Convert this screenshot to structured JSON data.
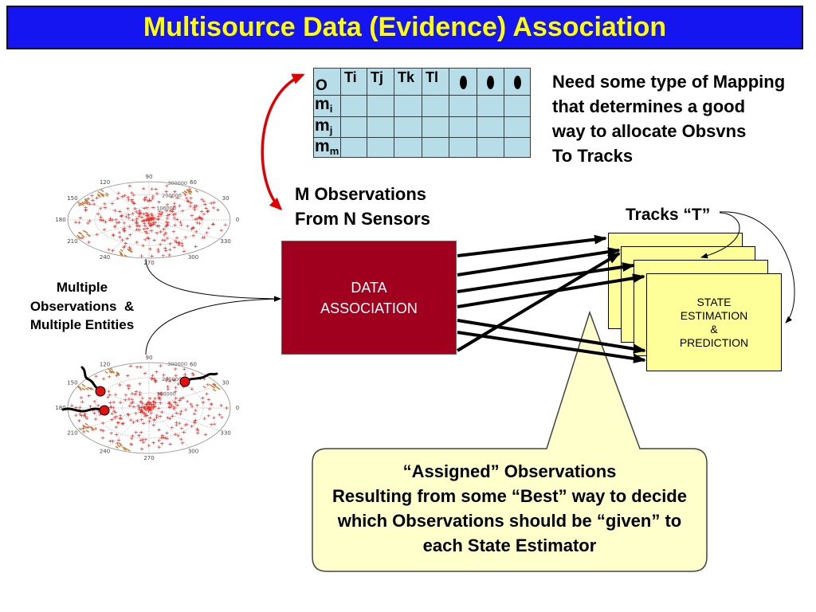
{
  "slide": {
    "title": "Multisource Data (Evidence) Association"
  },
  "table": {
    "corner": "O",
    "columns": [
      "Ti",
      "Tj",
      "Tk",
      "Tl"
    ],
    "extra_column_icons": [
      "dot-icon",
      "dot-icon",
      "dot-icon"
    ],
    "rows": [
      {
        "label": "m",
        "sub": "i"
      },
      {
        "label": "m",
        "sub": "j"
      },
      {
        "label": "m",
        "sub": "m"
      }
    ]
  },
  "mapping_note": {
    "lines": [
      "Need some type of Mapping",
      "that determines a good",
      "way to allocate Obsvns",
      "To Tracks"
    ]
  },
  "observations_note": {
    "lines": [
      "M Observations",
      "From N Sensors"
    ]
  },
  "entities_label": {
    "lines": [
      "Multiple",
      "Observations  &",
      "Multiple Entities"
    ]
  },
  "data_association": {
    "lines": [
      "DATA",
      "ASSOCIATION"
    ]
  },
  "tracks": {
    "label": "Tracks “T”",
    "state_box_lines": [
      "STATE",
      "ESTIMATION",
      "&",
      "PREDICTION"
    ]
  },
  "callout": {
    "lines": [
      "“Assigned” Observations",
      "Resulting from some “Best” way to decide",
      "which Observations should be “given” to",
      "each State Estimator"
    ]
  },
  "polar_plot": {
    "angle_labels": [
      "0",
      "30",
      "60",
      "90",
      "120",
      "150",
      "180",
      "210",
      "240",
      "270",
      "300",
      "330"
    ],
    "radius_labels": [
      "100000",
      "200000",
      "300000"
    ]
  },
  "colors": {
    "title_bg": "#1515f2",
    "title_text": "#ffff00",
    "table_cell": "#b7dde8",
    "association_box": "#a0001e",
    "track_box": "#ffff99",
    "callout_fill": "#ffffcc",
    "highlight_arrow": "#e00000",
    "observation_marker": "#e8302a",
    "sensor_cluster": "#c07a30",
    "target_marker": "#e31010"
  }
}
